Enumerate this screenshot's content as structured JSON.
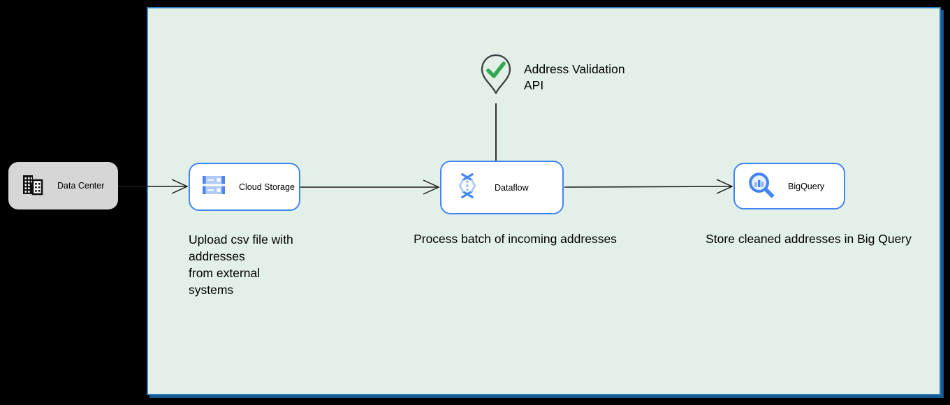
{
  "colors": {
    "background": "#000000",
    "boundary_fill": "#e3f0e8",
    "boundary_border": "#2e7cb8",
    "node_border": "#4285f4",
    "external_node_fill": "#d6d6d6",
    "arrow": "#1c1c1c",
    "check_green": "#34a853",
    "pin_outline": "#3c4043",
    "icon_blue_dark": "#4285f4",
    "icon_blue_light": "#aecbfa"
  },
  "external": {
    "data_center": {
      "label": "Data Center",
      "icon": "building-icon"
    }
  },
  "cloud": {
    "nodes": [
      {
        "id": "cloud-storage",
        "label": "Cloud Storage",
        "icon": "cloud-storage-icon"
      },
      {
        "id": "dataflow",
        "label": "Dataflow",
        "icon": "dataflow-icon"
      },
      {
        "id": "bigquery",
        "label": "BigQuery",
        "icon": "bigquery-icon"
      }
    ],
    "api_pin": {
      "label": "Address Validation API",
      "icon": "map-pin-check-icon"
    },
    "captions": [
      {
        "text": "Upload csv file with\naddresses\nfrom external\nsystems"
      },
      {
        "text": "Process batch of incoming addresses"
      },
      {
        "text": "Store cleaned addresses in Big Query"
      }
    ]
  }
}
